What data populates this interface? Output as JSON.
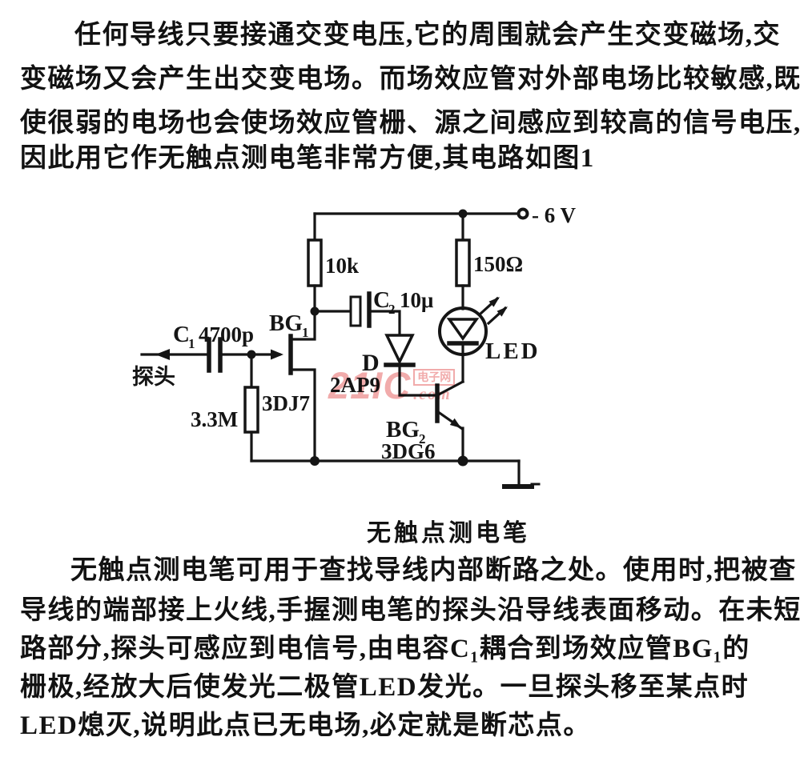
{
  "document": {
    "paragraph1": {
      "lines": [
        "任何导线只要接通交变电压,它的周围就会产生交变磁场,交",
        "变磁场又会产生出交变电场。而场效应管对外部电场比较敏感,既",
        "使很弱的电场也会使场效应管栅、源之间感应到较高的信号电压,",
        "因此用它作无触点测电笔非常方便,其电路如图1"
      ]
    },
    "figure_caption": "无触点测电笔",
    "paragraph2": {
      "lines": [
        "无触点测电笔可用于查找导线内部断路之处。使用时,把被查",
        "导线的端部接上火线,手握测电笔的探头沿导线表面移动。在未短",
        "路部分,探头可感应到电信号,由电容C₁耦合到场效应管BG₁的",
        "栅极,经放大后使发光二极管LED发光。一旦探头移至某点时",
        "LED熄灭,说明此点已无电场,必定就是断芯点。"
      ]
    }
  },
  "circuit": {
    "supply_label": "- 6 V",
    "r_drain_value": "10k",
    "r_led_value": "150Ω",
    "r_gate_value": "3.3M",
    "c1_name": "C",
    "c1_sub": "1",
    "c1_value": "4700p",
    "c2_name": "C",
    "c2_sub": "2",
    "c2_value": "10μ",
    "probe_label": "探头",
    "fet_name": "BG",
    "fet_sub": "1",
    "fet_model": "3DJ7",
    "diode_name": "D",
    "diode_model": "2AP9",
    "led_label": "LED",
    "bjt_name": "BG",
    "bjt_sub": "2",
    "bjt_model": "3DG6",
    "ink_color": "#151515"
  },
  "watermark": {
    "brand": "21IC",
    "site_box": "电子网",
    "suffix": ".com",
    "color": "#f0a2a2"
  }
}
